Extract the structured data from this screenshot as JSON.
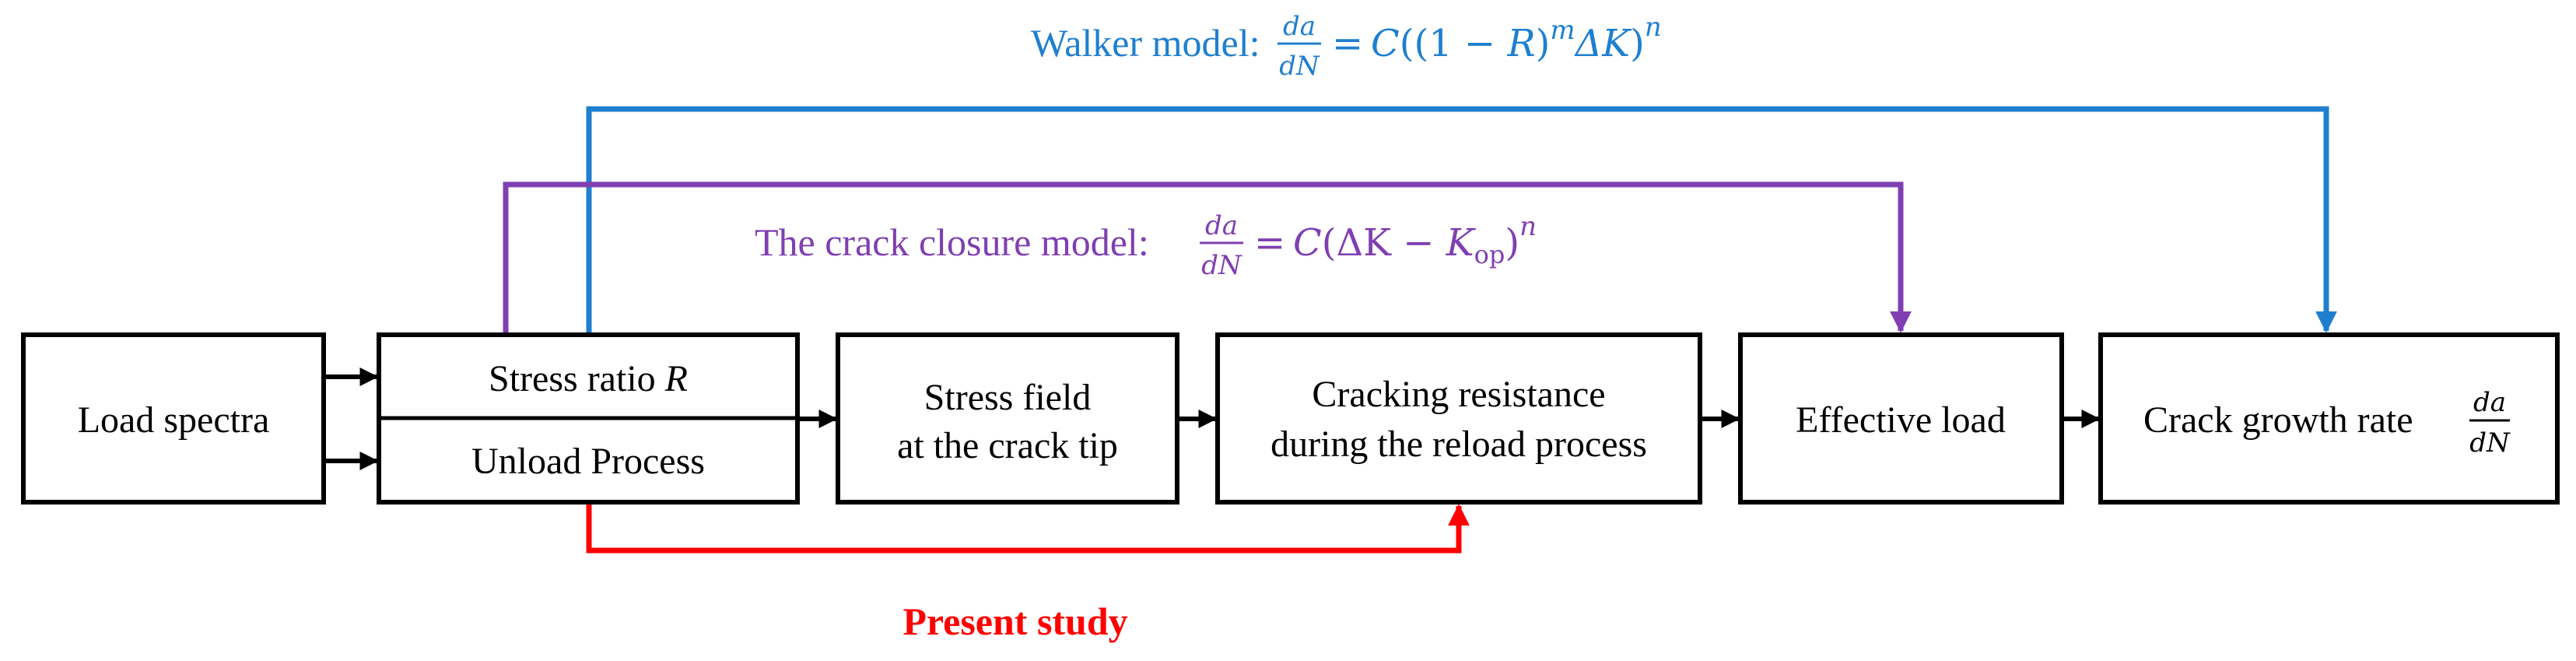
{
  "walker": {
    "label": "Walker model:",
    "frac_num": "da",
    "frac_den": "dN",
    "eq": "=",
    "rhs_c": "C",
    "rhs_open": "((1 − ",
    "rhs_r": "R",
    "rhs_close1": ")",
    "rhs_m": "m",
    "rhs_dk": "ΔK",
    "rhs_close2": ")",
    "rhs_n": "n"
  },
  "closure": {
    "label": "The crack closure model:",
    "frac_num": "da",
    "frac_den": "dN",
    "eq": "=",
    "rhs_c": "C",
    "rhs_open": "(ΔK − ",
    "rhs_k": "K",
    "rhs_op": "op",
    "rhs_close": ")",
    "rhs_n": "n"
  },
  "boxes": {
    "load_spectra": "Load spectra",
    "stress_ratio_text": "Stress ratio ",
    "stress_ratio_var": "R",
    "unload_process": "Unload Process",
    "stress_field_line1": "Stress field",
    "stress_field_line2": "at the crack tip",
    "cracking_line1": "Cracking resistance",
    "cracking_line2": "during the reload process",
    "effective_load": "Effective load",
    "crack_growth_text": "Crack growth rate",
    "crack_growth_num": "da",
    "crack_growth_den": "dN"
  },
  "present_study": "Present study",
  "colors": {
    "walker": "#1f7fcf",
    "closure": "#7f3fb2",
    "present": "#ff0000",
    "box_stroke": "#000000"
  }
}
